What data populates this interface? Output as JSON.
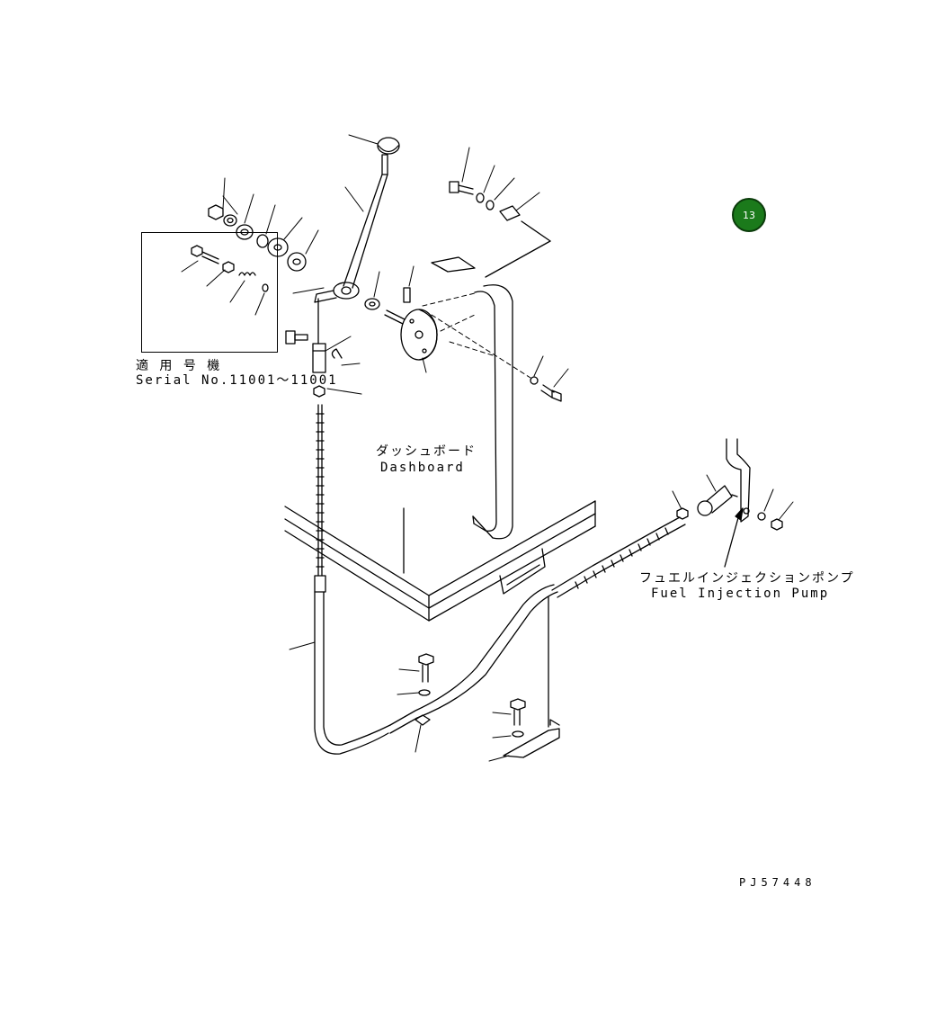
{
  "badge": {
    "number": "13",
    "color": "#1b7a1b"
  },
  "serial_note": {
    "jp": "適 用 号 機",
    "en": "Serial No.11001～11001"
  },
  "dashboard": {
    "jp": "ダッシュボード",
    "en": "Dashboard"
  },
  "fuel_pump": {
    "jp": "フュエルインジェクションポンプ",
    "en": "Fuel Injection Pump"
  },
  "drawing_number": "PJ57448"
}
